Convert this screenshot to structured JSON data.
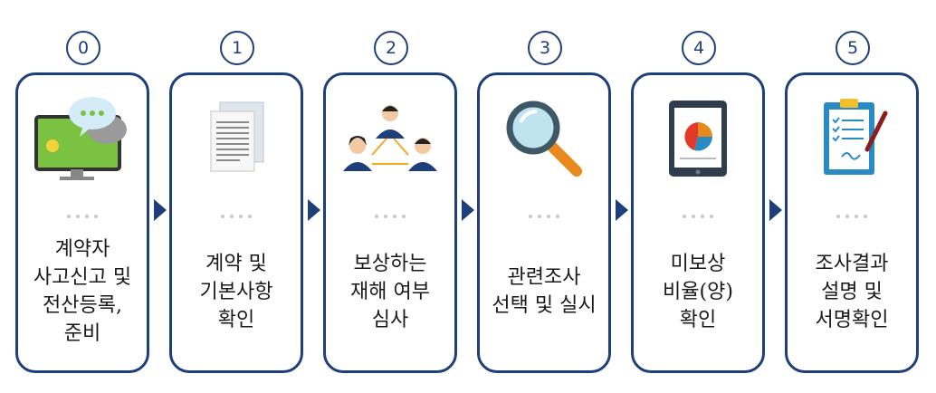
{
  "steps": [
    {
      "number": "0",
      "label": "계약자\n사고신고 및\n전산등록,\n준비",
      "icon": "computer-chat-icon"
    },
    {
      "number": "1",
      "label": "계약 및\n기본사항\n확인",
      "icon": "documents-icon"
    },
    {
      "number": "2",
      "label": "보상하는\n재해 여부\n심사",
      "icon": "people-network-icon"
    },
    {
      "number": "3",
      "label": "관련조사\n선택 및 실시",
      "icon": "magnifier-icon"
    },
    {
      "number": "4",
      "label": "미보상\n비율(양)\n확인",
      "icon": "tablet-chart-icon"
    },
    {
      "number": "5",
      "label": "조사결과\n설명 및\n서명확인",
      "icon": "clipboard-icon"
    }
  ],
  "colors": {
    "accent": "#1f3f7a"
  }
}
